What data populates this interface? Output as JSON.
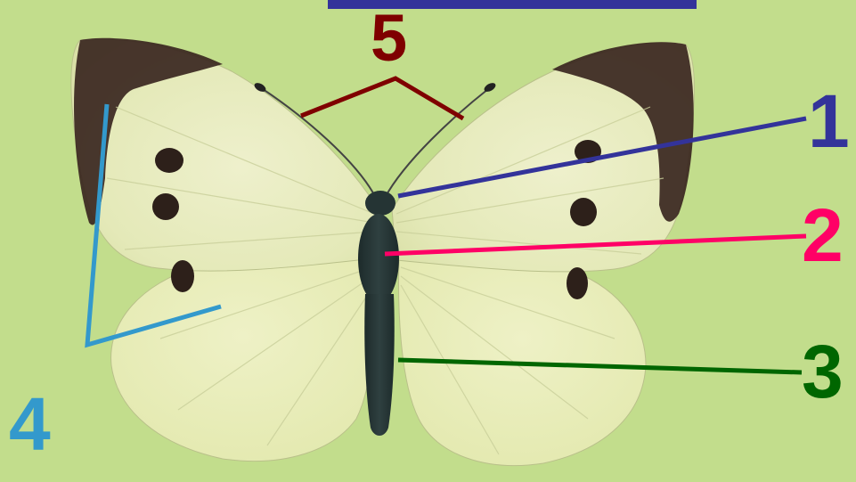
{
  "labels": {
    "one": "1",
    "two": "2",
    "three": "3",
    "four": "4",
    "five": "5"
  },
  "colors": {
    "background": "#c2dd8c",
    "label_1": "#33339a",
    "label_2": "#ff0066",
    "label_3": "#006600",
    "label_4": "#3399cc",
    "label_5": "#7f0000",
    "wing": "#e7ebc0",
    "wing_tip": "#3a2620",
    "body": "#223333"
  },
  "icons": {
    "specimen": "butterfly-illustration"
  }
}
